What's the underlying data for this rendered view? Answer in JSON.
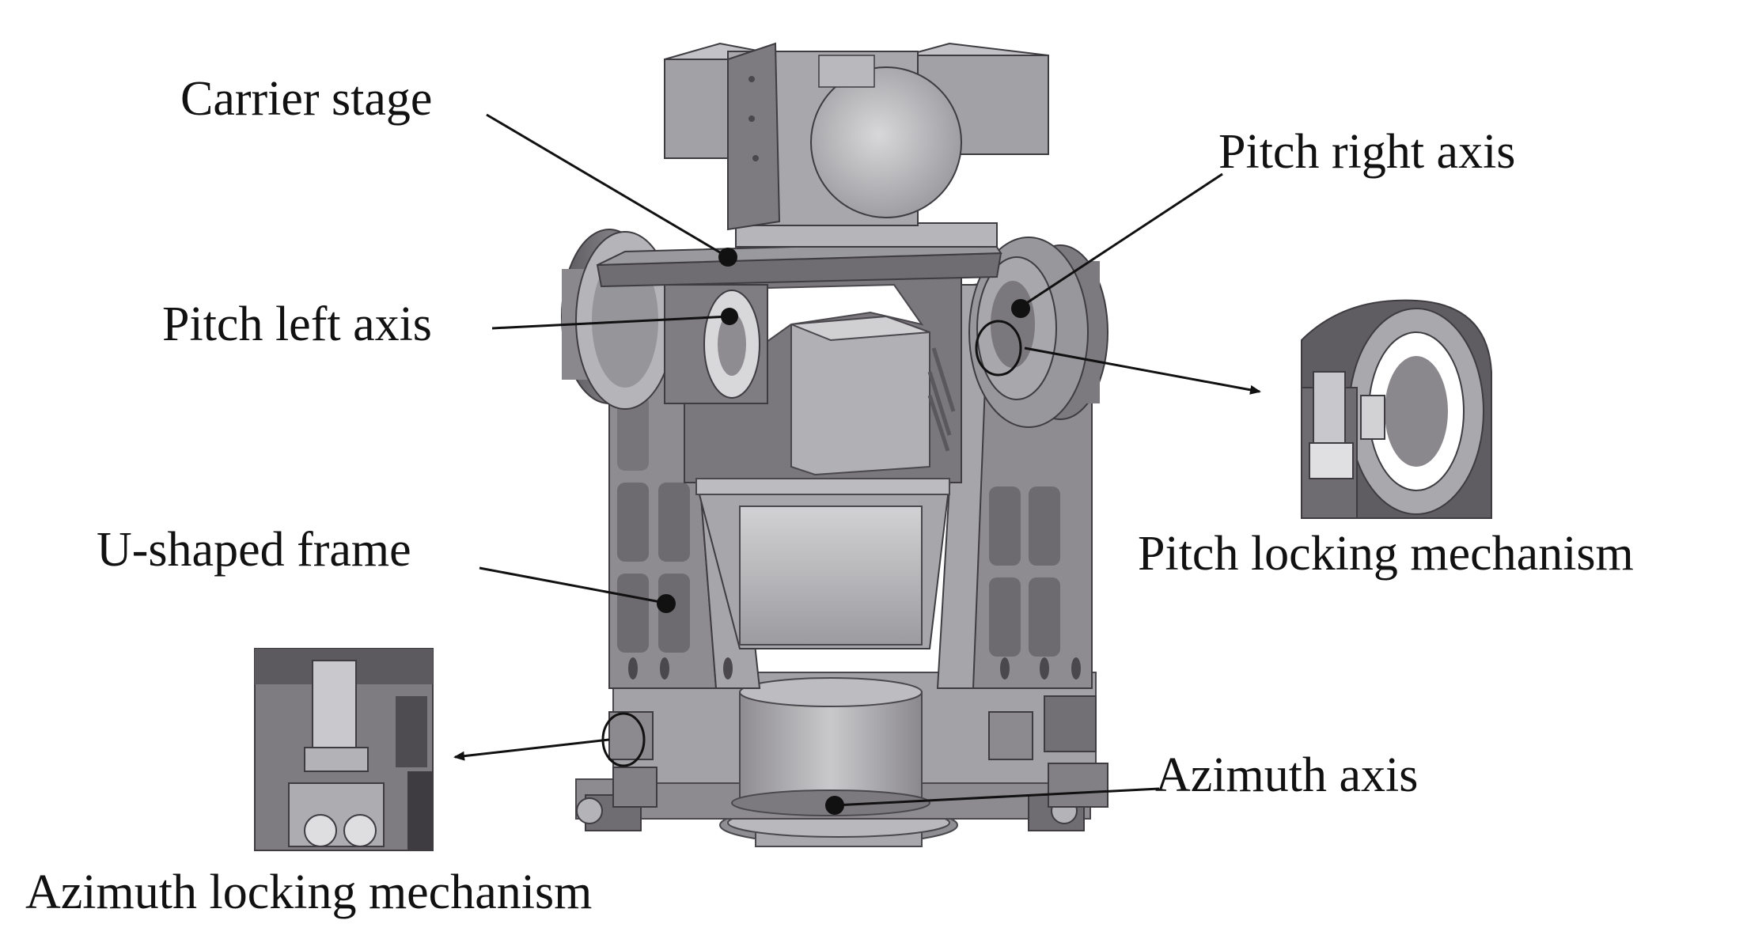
{
  "labels": {
    "carrier_stage": "Carrier stage",
    "pitch_right_axis": "Pitch right axis",
    "pitch_left_axis": "Pitch left axis",
    "u_shaped_frame": "U-shaped frame",
    "pitch_locking_mechanism": "Pitch locking mechanism",
    "azimuth_axis": "Azimuth axis",
    "azimuth_locking_mechanism": "Azimuth locking mechanism"
  },
  "colors": {
    "metal_light": "#c4c4c6",
    "metal_mid": "#9a9a9e",
    "metal_dark": "#6a686d",
    "metal_shadow": "#4a484d",
    "line": "#111111",
    "background": "#ffffff"
  }
}
